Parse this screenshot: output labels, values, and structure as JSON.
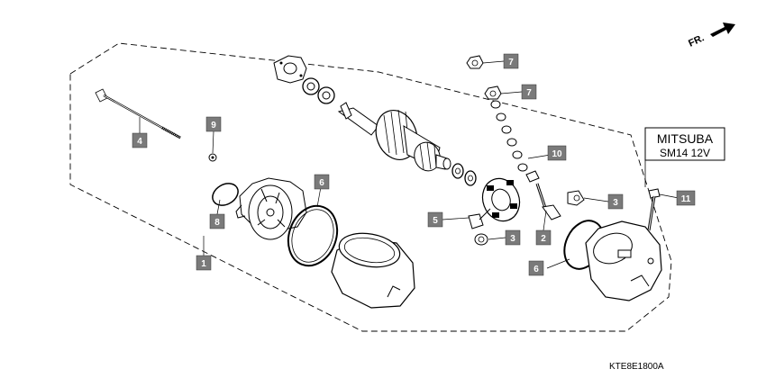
{
  "brand": {
    "name": "MITSUBA",
    "model": "SM14  12V"
  },
  "direction": {
    "label": "FR."
  },
  "diagram_code": "KTE8E1800A",
  "callouts": [
    {
      "id": "c1",
      "label": "1"
    },
    {
      "id": "c2",
      "label": "2"
    },
    {
      "id": "c3a",
      "label": "3"
    },
    {
      "id": "c3b",
      "label": "3"
    },
    {
      "id": "c4",
      "label": "4"
    },
    {
      "id": "c5",
      "label": "5"
    },
    {
      "id": "c6a",
      "label": "6"
    },
    {
      "id": "c6b",
      "label": "6"
    },
    {
      "id": "c7a",
      "label": "7"
    },
    {
      "id": "c7b",
      "label": "7"
    },
    {
      "id": "c8",
      "label": "8"
    },
    {
      "id": "c9",
      "label": "9"
    },
    {
      "id": "c10",
      "label": "10"
    },
    {
      "id": "c11",
      "label": "11"
    }
  ],
  "colors": {
    "callout_fill": "#7a7a7a",
    "line": "#000000",
    "part_fill": "#ffffff"
  }
}
